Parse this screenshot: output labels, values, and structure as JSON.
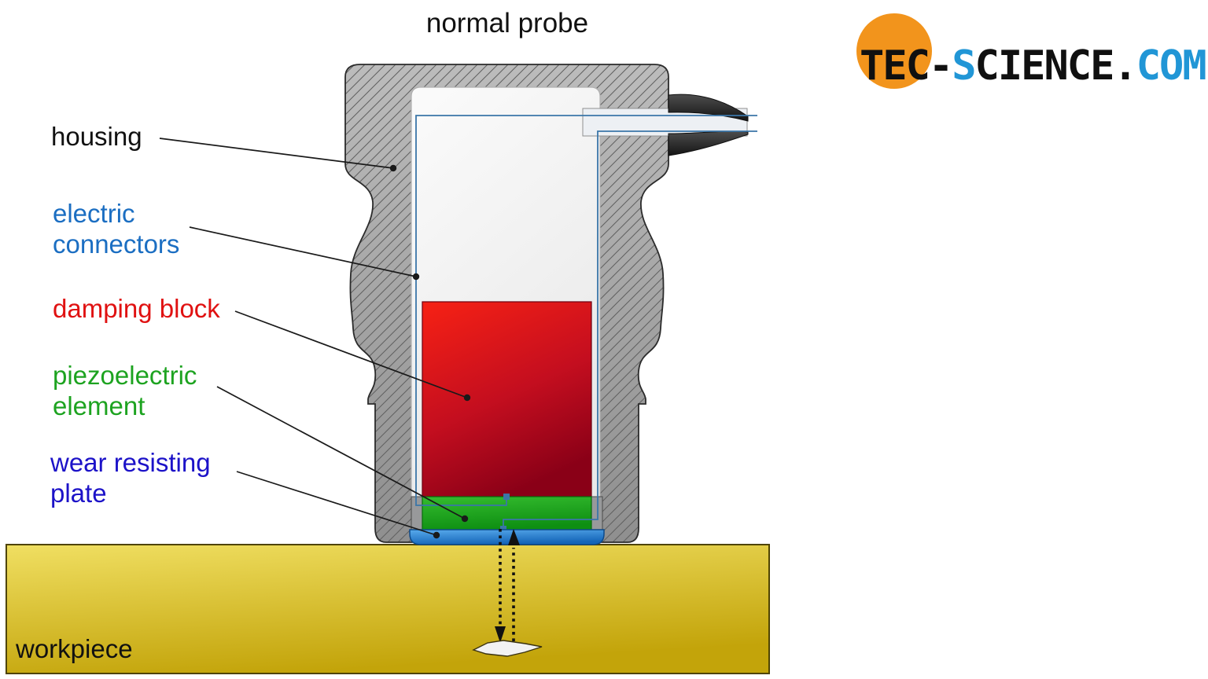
{
  "title": "normal probe",
  "logo": {
    "part1": "TEC-",
    "part2": "S",
    "part3": "CIENCE",
    "part4": ".",
    "part5": "COM",
    "circle_color": "#f2941c",
    "black": "#101010",
    "blue": "#2196d6"
  },
  "labels": {
    "housing": {
      "text": "housing",
      "color": "#111111"
    },
    "electric_connectors": {
      "text": "electric\nconnectors",
      "color": "#1b6ec2"
    },
    "damping_block": {
      "text": "damping block",
      "color": "#e01111"
    },
    "piezoelectric_element": {
      "text": "piezoelectric\nelement",
      "color": "#1da320"
    },
    "wear_resisting_plate": {
      "text": "wear resisting\nplate",
      "color": "#1c12c8"
    },
    "workpiece": {
      "text": "workpiece",
      "color": "#111111"
    }
  },
  "diagram": {
    "parts": [
      "housing",
      "electric connectors",
      "damping block",
      "piezoelectric element",
      "wear resisting plate",
      "workpiece",
      "flaw"
    ],
    "colors": {
      "housing_gray": "#a5a5a5",
      "damping_block_red": "#cc1016",
      "piezo_green": "#1fa21f",
      "wear_plate_blue": "#2f86d0",
      "workpiece_yellow": "#d8bd2a",
      "wire_blue": "#3b76a8",
      "connector_dark": "#262626"
    }
  }
}
